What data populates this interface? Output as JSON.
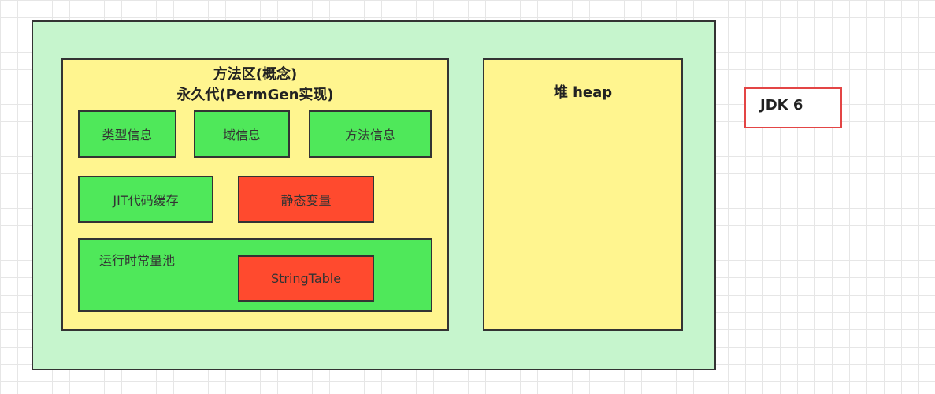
{
  "diagram": {
    "method_area": {
      "title_line1": "方法区(概念)",
      "title_line2": "永久代(PermGen实现)",
      "items": {
        "type_info": "类型信息",
        "field_info": "域信息",
        "method_info": "方法信息",
        "jit_cache": "JIT代码缓存",
        "static_vars": "静态变量",
        "runtime_constant_pool": "运行时常量池",
        "string_table": "StringTable"
      }
    },
    "heap": {
      "title": "堆 heap"
    },
    "version_label": "JDK 6"
  },
  "colors": {
    "outer_background": "#c6f5cd",
    "area_background": "#fff58f",
    "green_block": "#4fe85a",
    "red_block": "#ff4a2e",
    "label_border": "#e34545"
  }
}
